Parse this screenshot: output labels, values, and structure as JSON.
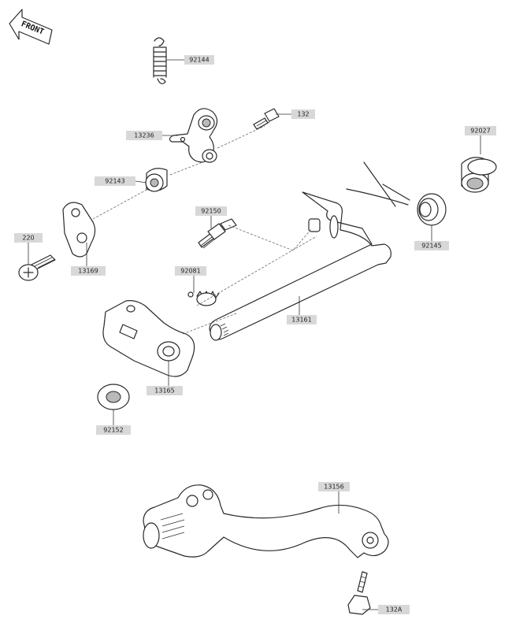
{
  "orientation": {
    "front_label": "FRONT",
    "icon": "front-arrow-icon"
  },
  "parts": {
    "p92144": "92144",
    "p132": "132",
    "p13236": "13236",
    "p92027": "92027",
    "p92143": "92143",
    "p92150": "92150",
    "p220": "220",
    "p13169": "13169",
    "p92145": "92145",
    "p92081": "92081",
    "p13161": "13161",
    "p13165": "13165",
    "p92152": "92152",
    "p13156": "13156",
    "p132A": "132A"
  },
  "colors": {
    "line": "#2a2a2a",
    "label_bg": "#d8d8d8",
    "shade": "#b9b9b9"
  }
}
